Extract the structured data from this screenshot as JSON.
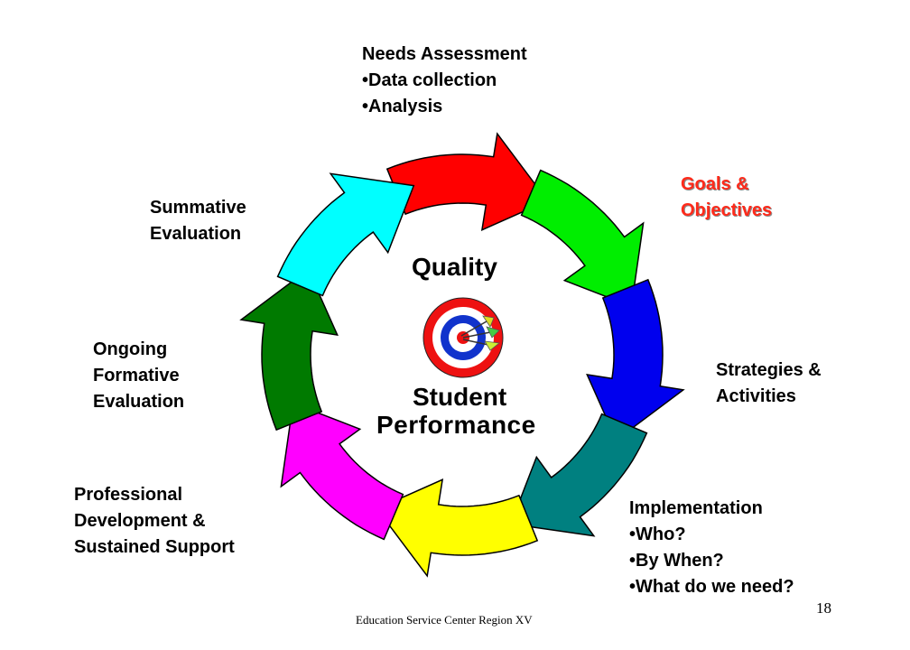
{
  "labels": {
    "needs": {
      "heading": "Needs Assessment",
      "bullets": [
        "•Data collection",
        "•Analysis"
      ]
    },
    "goals": {
      "lines": [
        "Goals &",
        "Objectives"
      ],
      "color": "#ff2a1a"
    },
    "strategies": {
      "lines": [
        "Strategies &",
        "Activities"
      ]
    },
    "implementation": {
      "heading": "Implementation",
      "bullets": [
        "•Who?",
        "•By When?",
        "•What do we need?"
      ]
    },
    "professional": {
      "lines": [
        "Professional",
        "Development &",
        "Sustained Support"
      ]
    },
    "ongoing": {
      "lines": [
        "Ongoing",
        "Formative",
        "Evaluation"
      ]
    },
    "summative": {
      "lines": [
        "Summative",
        "Evaluation"
      ]
    }
  },
  "center": {
    "quality": "Quality",
    "student": "Student",
    "performance": "Performance"
  },
  "footer": "Education Service Center Region XV",
  "page_number": "18",
  "arrow_colors": [
    "#ff0000",
    "#00ee00",
    "#0000ee",
    "#008080",
    "#ffff00",
    "#ff00ff",
    "#007a00",
    "#00ffff"
  ],
  "target_colors": [
    "#ee1111",
    "#ffffff",
    "#1133cc",
    "#ffffff",
    "#ee1111"
  ]
}
